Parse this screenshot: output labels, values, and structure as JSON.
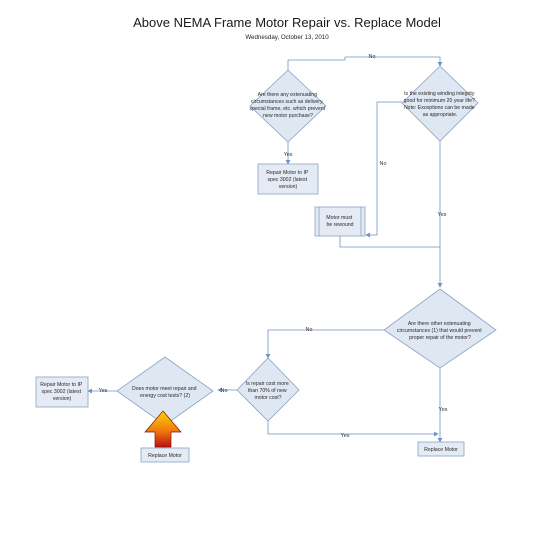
{
  "title": "Above NEMA Frame Motor Repair vs. Replace Model",
  "subtitle": "Wednesday, October 13, 2010",
  "colors": {
    "shape_fill": "#dfe7f2",
    "shape_stroke": "#8aa2c4",
    "connector": "#6f93c4",
    "arrow_top": "#ffd200",
    "arrow_bottom": "#c01010"
  },
  "nodes": {
    "d1": [
      "Are there any extenuating",
      "circumstances such as delivery,",
      "special frame, etc. which prevent",
      "new motor purchase?"
    ],
    "d2": [
      "Is the existing winding integrity",
      "good for minimum 20 year life?",
      "Note: Exceptions can be made",
      "as appropriate."
    ],
    "repair1": [
      "Repair Motor to IP",
      "spec 3002 (latest",
      "version)"
    ],
    "rewound": [
      "Motor must",
      "be rewound"
    ],
    "d3": [
      "Are there other extenuating",
      "circumstances (1) that would prevent",
      "proper repair of the motor?"
    ],
    "d4": [
      "Is repair cost more",
      "than 70% of new",
      "motor cost?"
    ],
    "d5": [
      "Does motor  meet repair and",
      "energy cost tests? (2)"
    ],
    "repair2": [
      "Repair Motor to IP",
      "spec 3002 (latest",
      "version)"
    ],
    "replace1": "Replace Motor",
    "replace2": "Replace Motor"
  },
  "edges": {
    "d1_d2": "No",
    "d1_repair": "Yes",
    "d2_rewound": "No",
    "d2_down": "Yes",
    "d3_d4": "No",
    "d3_replace": "Yes",
    "d4_d5": "No",
    "d4_replace": "Yes",
    "d5_repair": "Yes"
  },
  "highlight_icon": "up-arrow-icon"
}
